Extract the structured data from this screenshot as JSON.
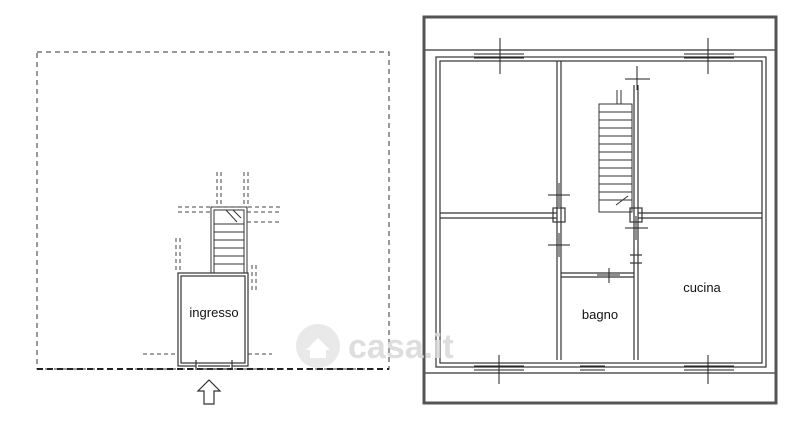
{
  "rooms": {
    "ingresso": "ingresso",
    "bagno": "bagno",
    "cucina": "cucina"
  },
  "watermark": {
    "text": "casa.it",
    "icon": "house-icon",
    "color": "#d9d9d9"
  },
  "colors": {
    "wall": "#555555",
    "line": "#111111",
    "background": "#ffffff"
  },
  "icons": {
    "entrance": "up-arrow-icon"
  }
}
